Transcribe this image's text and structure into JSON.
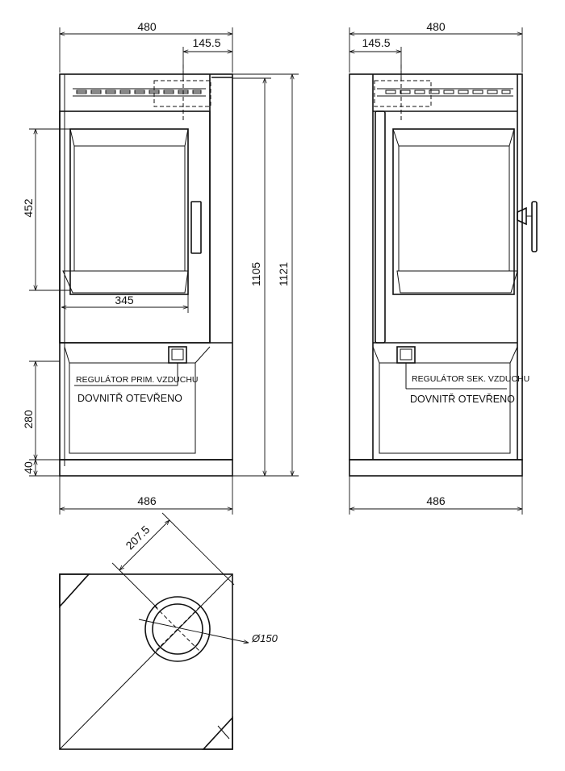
{
  "front_view": {
    "width_top": "480",
    "flue_offset": "145.5",
    "door_height": "452",
    "firebox_width": "345",
    "lower_height": "280",
    "base_height": "40",
    "height_body": "1105",
    "height_total": "1121",
    "width_bottom": "486",
    "regulator_label": "REGULÁTOR PRIM. VZDUCHU",
    "regulator_direction": "DOVNITŘ OTEVŘENO"
  },
  "side_view": {
    "width_top": "480",
    "flue_offset": "145.5",
    "width_bottom": "486",
    "regulator_label": "REGULÁTOR SEK. VZDUCHU",
    "regulator_direction": "DOVNITŘ OTEVŘENO"
  },
  "top_view": {
    "flue_distance": "207.5",
    "flue_diameter": "Ø150"
  }
}
